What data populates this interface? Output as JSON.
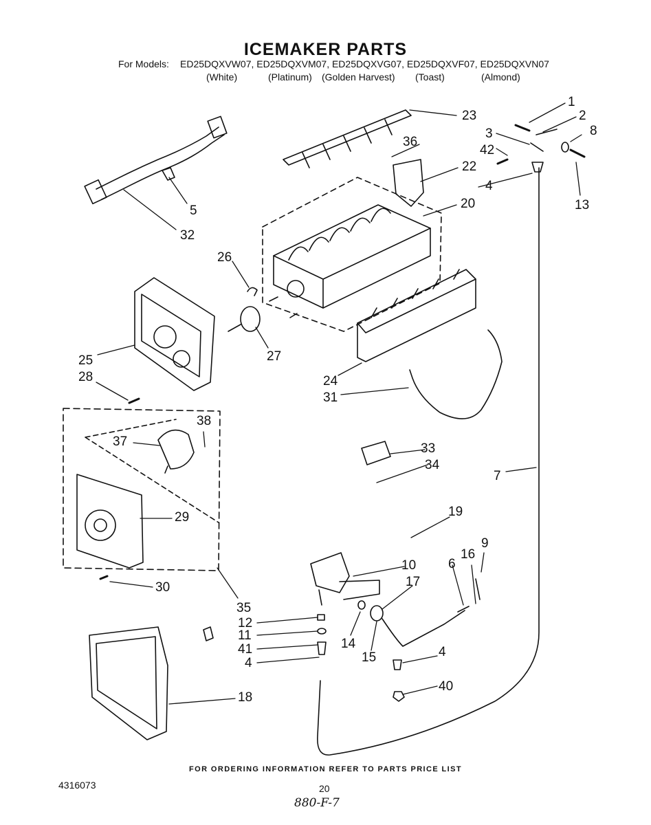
{
  "title": "ICEMAKER PARTS",
  "models": {
    "prefix": "For Models:",
    "list": "ED25DQXVW07, ED25DQXVM07, ED25DQXVG07, ED25DQXVF07, ED25DQXVN07",
    "colors": [
      "(White)",
      "(Platinum)",
      "(Golden Harvest)",
      "(Toast)",
      "(Almond)"
    ]
  },
  "callouts": [
    "1",
    "2",
    "3",
    "8",
    "42",
    "13",
    "4",
    "36",
    "22",
    "23",
    "20",
    "5",
    "32",
    "26",
    "27",
    "25",
    "28",
    "24",
    "31",
    "38",
    "37",
    "29",
    "30",
    "33",
    "34",
    "7",
    "19",
    "10",
    "6",
    "16",
    "9",
    "17",
    "35",
    "12",
    "11",
    "41",
    "4",
    "14",
    "15",
    "4",
    "40",
    "18"
  ],
  "footer": "FOR ORDERING INFORMATION REFER TO PARTS PRICE LIST",
  "doc_number": "4316073",
  "page_number": "20",
  "handwritten_note": "880-F-7"
}
